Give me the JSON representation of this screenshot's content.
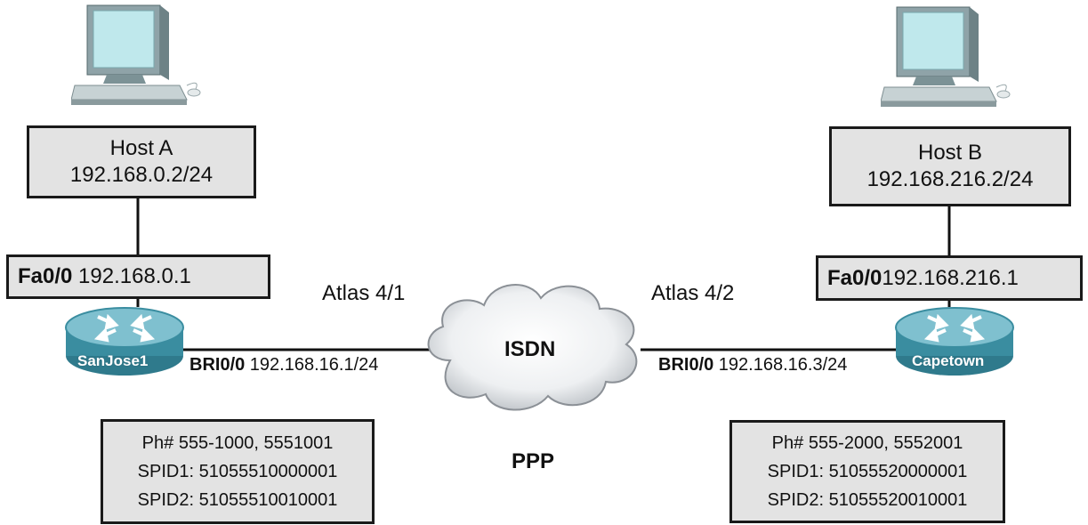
{
  "host_a": {
    "name": "Host A",
    "ip": "192.168.0.2/24"
  },
  "host_b": {
    "name": "Host B",
    "ip": "192.168.216.2/24"
  },
  "router_left": {
    "name": "SanJose1",
    "fa_interface": "Fa0/0",
    "fa_ip": " 192.168.0.1",
    "bri_interface": "BRI0/0",
    "bri_ip": " 192.168.16.1/24",
    "atlas_port": "Atlas 4/1",
    "info": [
      "Ph# 555-1000, 5551001",
      "SPID1: 51055510000001",
      "SPID2: 51055510010001"
    ]
  },
  "router_right": {
    "name": "Capetown",
    "fa_interface": "Fa0/0",
    "fa_ip": "192.168.216.1",
    "bri_interface": "BRI0/0",
    "bri_ip": " 192.168.16.3/24",
    "atlas_port": "Atlas 4/2",
    "info": [
      "Ph# 555-2000, 5552001",
      "SPID1: 51055520000001",
      "SPID2: 51055520010001"
    ]
  },
  "cloud": {
    "label": "ISDN",
    "encapsulation": "PPP"
  },
  "icons": [
    "pc-icon",
    "router-icon",
    "cloud-icon"
  ]
}
